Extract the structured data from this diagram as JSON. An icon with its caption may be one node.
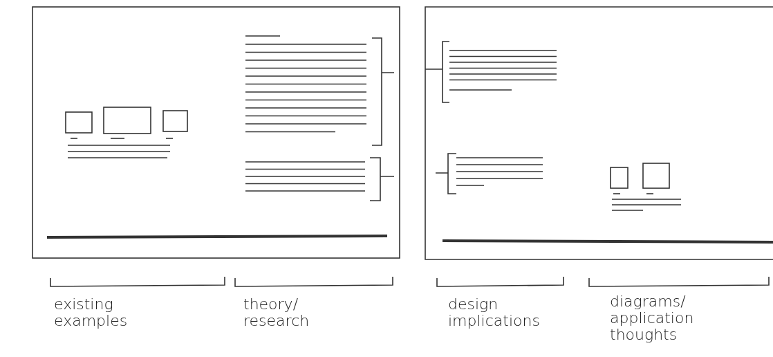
{
  "diagram": {
    "labels": [
      "existing examples",
      "theory/ research",
      "design implications",
      "diagrams/ application thoughts"
    ]
  }
}
